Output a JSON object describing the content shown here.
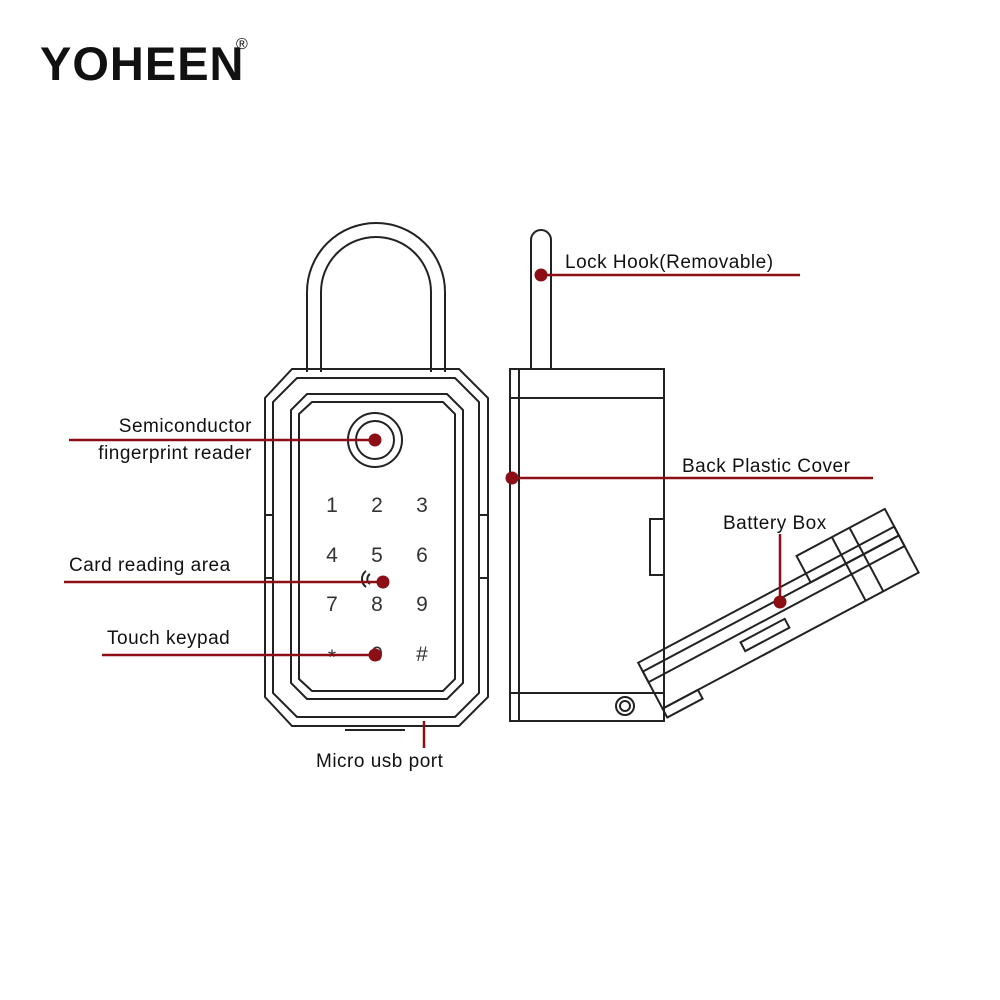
{
  "brand": {
    "name": "YOHEEN",
    "registered_mark": "®"
  },
  "colors": {
    "accent": "#8b0f14",
    "outline": "#222222"
  },
  "labels": {
    "fingerprint_line1": "Semiconductor",
    "fingerprint_line2": "fingerprint reader",
    "card_reading": "Card reading area",
    "touch_keypad": "Touch keypad",
    "micro_usb": "Micro usb port",
    "lock_hook": "Lock Hook(Removable)",
    "back_cover": "Back Plastic Cover",
    "battery_box": "Battery Box"
  },
  "keypad": {
    "keys": [
      "1",
      "2",
      "3",
      "4",
      "5",
      "6",
      "7",
      "8",
      "9",
      "*",
      "0",
      "#"
    ]
  }
}
